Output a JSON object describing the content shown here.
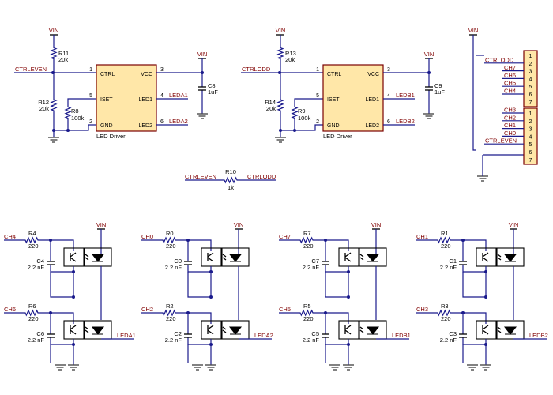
{
  "vin_label": "VIN",
  "driver": {
    "name": "LED Driver",
    "pins": {
      "ctrl": "CTRL",
      "iset": "ISET",
      "gnd": "GND",
      "vcc": "VCC",
      "led1": "LED1",
      "led2": "LED2"
    },
    "pin_numbers": [
      "1",
      "5",
      "2",
      "3",
      "4",
      "6"
    ]
  },
  "drivers": [
    {
      "ctrl_net": "CTRLEVEN",
      "r_top": {
        "ref": "R11",
        "val": "20k"
      },
      "r_bot": {
        "ref": "R12",
        "val": "20k"
      },
      "r_set": {
        "ref": "R8",
        "val": "100k"
      },
      "cap": {
        "ref": "C8",
        "val": "1uF"
      },
      "led1_net": "LEDA1",
      "led2_net": "LEDA2"
    },
    {
      "ctrl_net": "CTRLODD",
      "r_top": {
        "ref": "R13",
        "val": "20k"
      },
      "r_bot": {
        "ref": "R14",
        "val": "20k"
      },
      "r_set": {
        "ref": "R9",
        "val": "100k"
      },
      "cap": {
        "ref": "C9",
        "val": "1uF"
      },
      "led1_net": "LEDB1",
      "led2_net": "LEDB2"
    }
  ],
  "connector": {
    "upper": {
      "pins": [
        "1",
        "2",
        "3",
        "4",
        "5",
        "6",
        "7"
      ],
      "nets": [
        "CTRLODD",
        "CH7",
        "CH6",
        "CH5",
        "CH4"
      ]
    },
    "lower": {
      "pins": [
        "1",
        "2",
        "3",
        "4",
        "5",
        "6",
        "7"
      ],
      "nets": [
        "CH3",
        "CH2",
        "CH1",
        "CH0",
        "CTRLEVEN"
      ]
    }
  },
  "r10": {
    "ref": "R10",
    "val": "1k",
    "left_net": "CTRLEVEN",
    "right_net": "CTRLODD"
  },
  "opto_columns": [
    {
      "top": {
        "ch": "CH4",
        "r": "R4",
        "rv": "220",
        "c": "C4",
        "cv": "2.2 nF"
      },
      "bottom": {
        "ch": "CH6",
        "r": "R6",
        "rv": "220",
        "c": "C6",
        "cv": "2.2 nF"
      },
      "out_net": "LEDA1"
    },
    {
      "top": {
        "ch": "CH0",
        "r": "R0",
        "rv": "220",
        "c": "C0",
        "cv": "2.2 nF"
      },
      "bottom": {
        "ch": "CH2",
        "r": "R2",
        "rv": "220",
        "c": "C2",
        "cv": "2.2 nF"
      },
      "out_net": "LEDA2"
    },
    {
      "top": {
        "ch": "CH7",
        "r": "R7",
        "rv": "220",
        "c": "C7",
        "cv": "2.2 nF"
      },
      "bottom": {
        "ch": "CH5",
        "r": "R5",
        "rv": "220",
        "c": "C5",
        "cv": "2.2 nF"
      },
      "out_net": "LEDB1"
    },
    {
      "top": {
        "ch": "CH1",
        "r": "R1",
        "rv": "220",
        "c": "C1",
        "cv": "2.2 nF"
      },
      "bottom": {
        "ch": "CH3",
        "r": "R3",
        "rv": "220",
        "c": "C3",
        "cv": "2.2 nF"
      },
      "out_net": "LEDB2"
    }
  ]
}
